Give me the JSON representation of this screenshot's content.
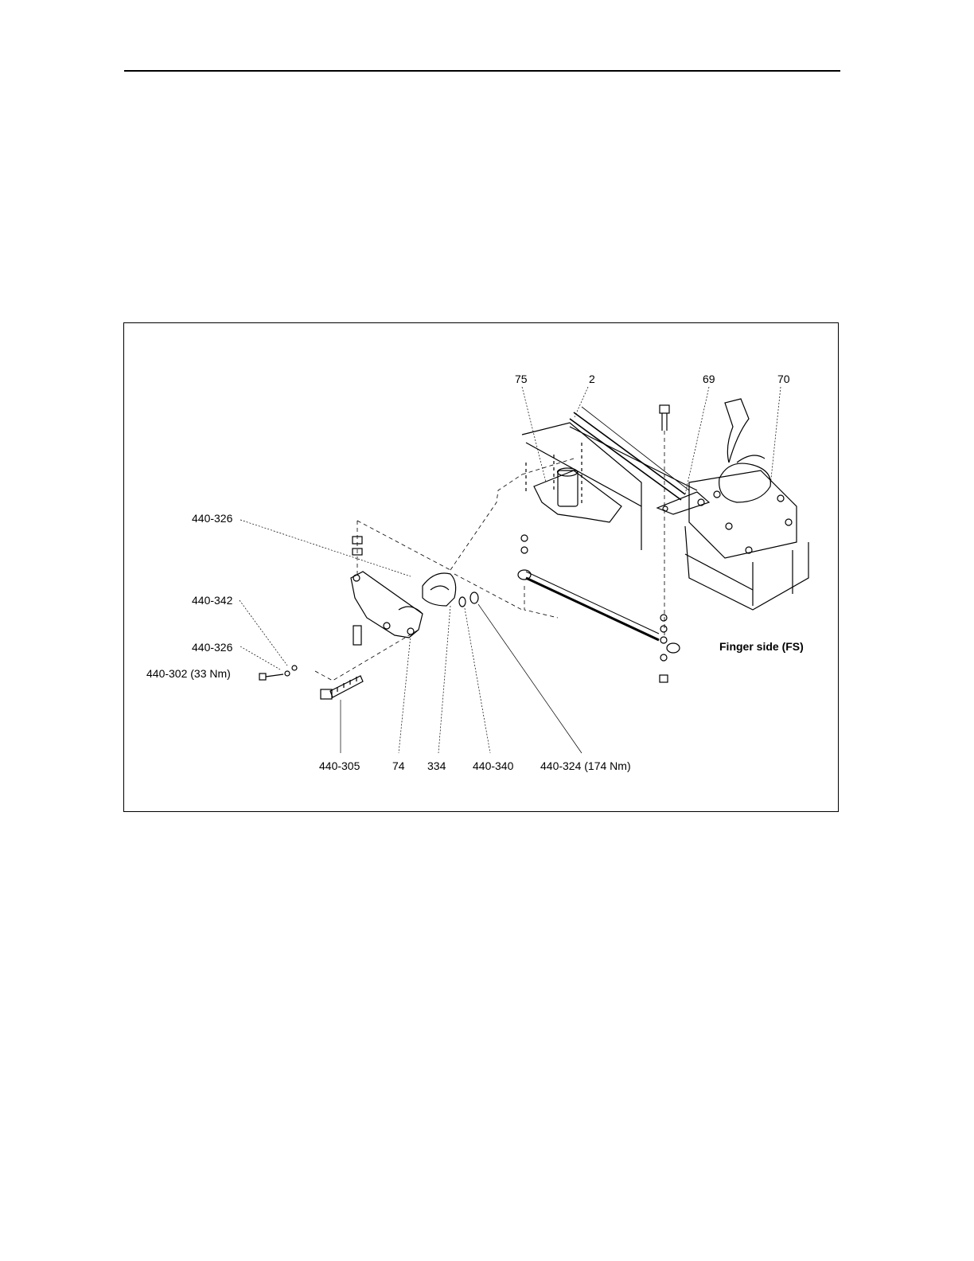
{
  "diagram": {
    "labels": {
      "p75": "75",
      "p2": "2",
      "p69": "69",
      "p70": "70",
      "p440_326_top": "440-326",
      "p440_342": "440-342",
      "p440_326_mid": "440-326",
      "p440_302": "440-302 (33 Nm)",
      "p440_305": "440-305",
      "p74": "74",
      "p334": "334",
      "p440_340": "440-340",
      "p440_324": "440-324 (174 Nm)",
      "side": "Finger side (FS)"
    }
  }
}
